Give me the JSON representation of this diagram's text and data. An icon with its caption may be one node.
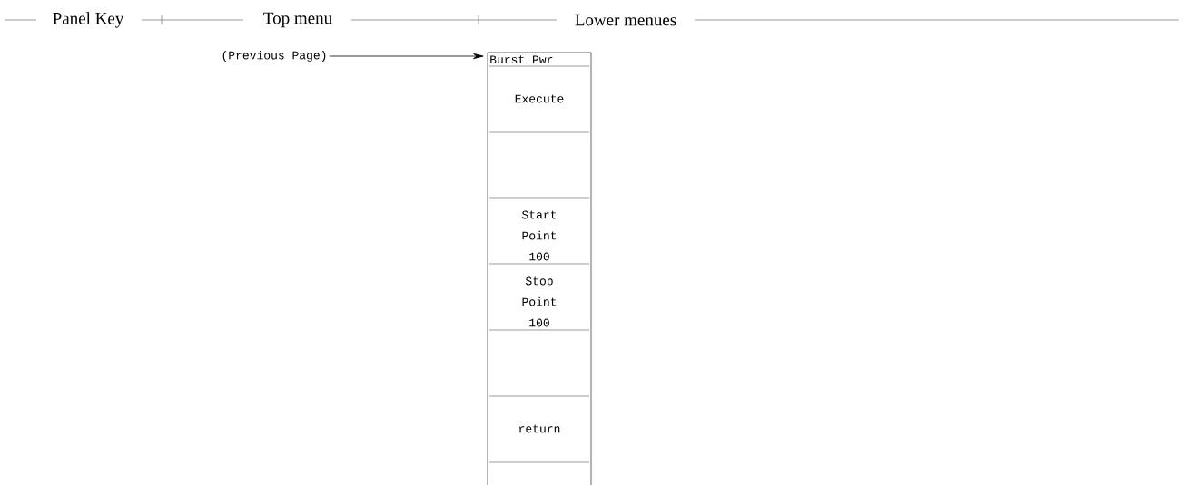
{
  "diagram": {
    "nodes": [
      {
        "text": [
          "(Previous Page)"
        ]
      },
      {
        "text": [
          "Burst Pwr"
        ]
      },
      {
        "text": [
          "Execute"
        ],
        "in": 1
      },
      {
        "text": [],
        "shape": "box",
        "in": 1
      },
      {
        "text": [
          "Start Point 100"
        ],
        "in": 1
      },
      {
        "text": [
          "Stop Point 100"
        ],
        "in": 1
      },
      {
        "text": [],
        "shape": "box",
        "in": 1
      },
      {
        "text": [
          "return"
        ],
        "in": 1
      },
      {
        "text": [],
        "shape": "box",
        "in": 1
      }
    ],
    "edges": [
      {
        "from": 0,
        "to": 1,
        "arrow": "to"
      }
    ],
    "labels": [
      "Panel Key",
      "Top menu",
      "Lower menues"
    ]
  }
}
